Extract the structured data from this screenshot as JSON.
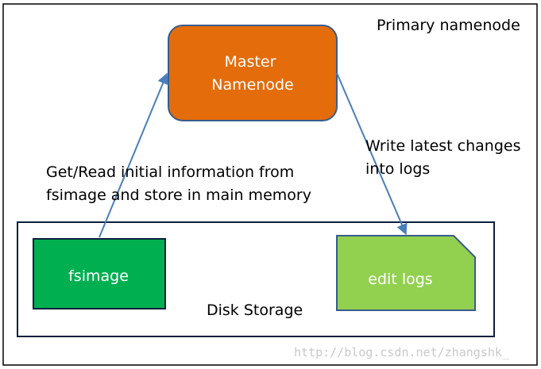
{
  "diagram": {
    "title": "Primary namenode",
    "master": {
      "line1": "Master",
      "line2": "Namenode"
    },
    "read_edge": {
      "line1": "Get/Read initial information from",
      "line2": "fsimage and store in main memory"
    },
    "write_edge": {
      "line1": "Write latest changes",
      "line2": "into logs"
    },
    "disk_storage": "Disk Storage",
    "fsimage": "fsimage",
    "edit_logs": "edit logs",
    "colors": {
      "master_fill": "#e46c0a",
      "fsimage_fill": "#00b050",
      "editlogs_fill": "#92d050",
      "node_stroke": "#385d8a",
      "arrow": "#4a7ebb"
    }
  },
  "watermark": "http://blog.csdn.net/zhangshk_"
}
